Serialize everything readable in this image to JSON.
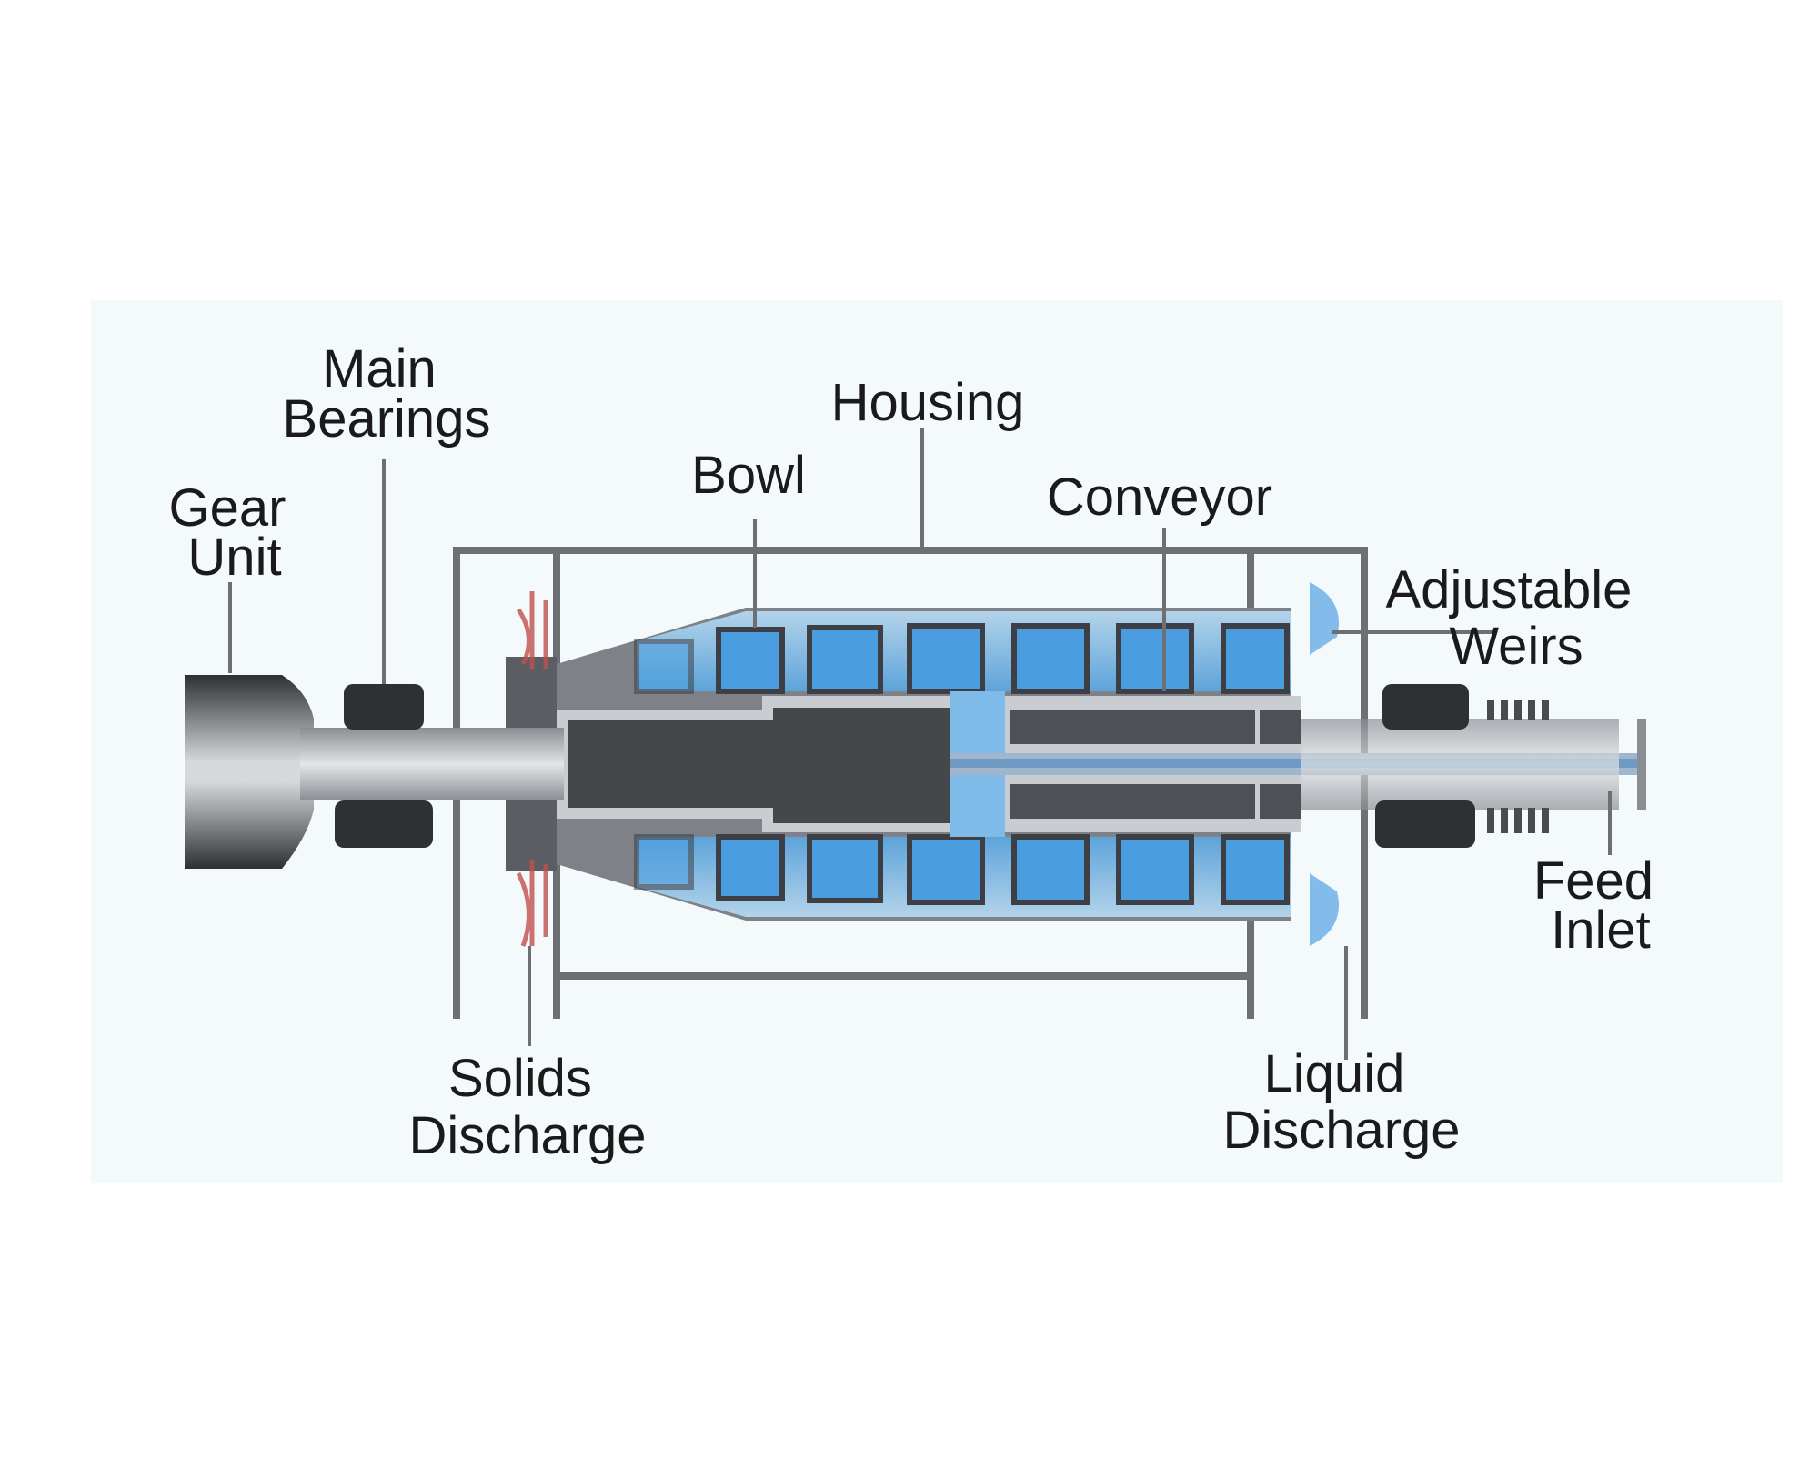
{
  "labels": {
    "gear_unit": [
      "Gear",
      "Unit"
    ],
    "main_bearings": [
      "Main",
      "Bearings"
    ],
    "bowl": "Bowl",
    "housing": "Housing",
    "conveyor": "Conveyor",
    "adjustable_weirs": [
      "Adjustable",
      "Weirs"
    ],
    "feed_inlet": [
      "Feed",
      "Inlet"
    ],
    "solids_discharge": [
      "Solids",
      "Discharge"
    ],
    "liquid_discharge": [
      "Liquid",
      "Discharge"
    ]
  },
  "colors": {
    "background": "#ffffff",
    "panel": "#f4f9fc",
    "steel_dark": "#4a4b4f",
    "steel_mid": "#7e8187",
    "steel_light": "#b8bcc2",
    "liquid_blue": "#4a9ee0",
    "liquid_light": "#a9d3f2",
    "solids_red": "#c0504d",
    "frame": "#6d6f73",
    "text": "#1a1a1a"
  }
}
